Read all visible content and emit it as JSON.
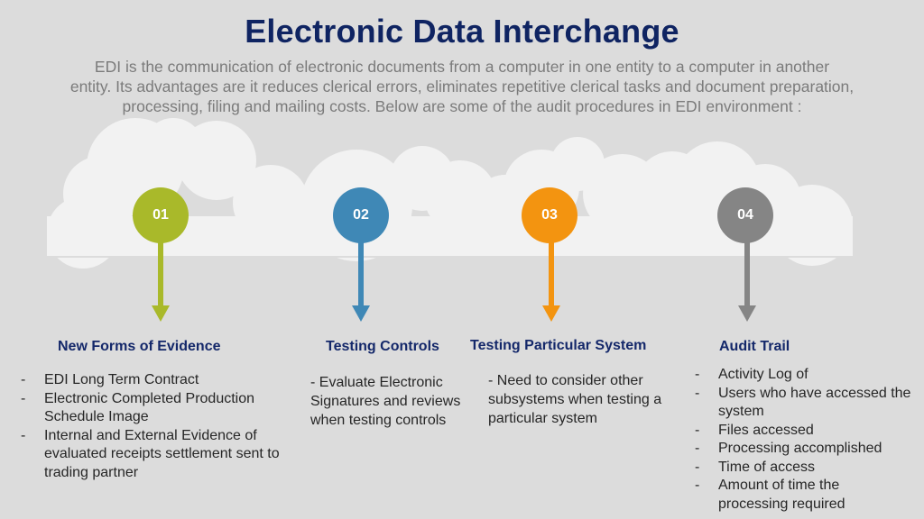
{
  "header": {
    "title": "Electronic Data Interchange",
    "subtitle_lines": [
      "EDI is the communication of electronic documents from a computer in one entity to a computer in another",
      "entity. Its advantages are it reduces clerical errors, eliminates repetitive clerical tasks and document preparation,",
      "processing, filing and mailing costs. Below are some of the audit procedures in EDI environment :"
    ]
  },
  "colors": {
    "background": "#dcdcdc",
    "cloud": "#f2f2f2",
    "title": "#0f2462",
    "subtitle": "#7b7b7b",
    "heading": "#14286a",
    "body_text": "#262626"
  },
  "steps": [
    {
      "number": "01",
      "color": "#a9b92a",
      "heading": "New Forms of Evidence",
      "items": [
        "EDI Long Term Contract",
        "Electronic Completed Production Schedule Image",
        "Internal and External Evidence of evaluated receipts settlement sent to trading partner"
      ]
    },
    {
      "number": "02",
      "color": "#3f88b6",
      "heading": "Testing Controls",
      "text": "- Evaluate Electronic Signatures and reviews when testing controls"
    },
    {
      "number": "03",
      "color": "#f39410",
      "heading": "Testing Particular System",
      "text": "- Need to consider other subsystems when testing a particular system"
    },
    {
      "number": "04",
      "color": "#858585",
      "heading": "Audit Trail",
      "items": [
        "Activity Log of",
        "Users who have accessed the system",
        "Files accessed",
        "Processing accomplished",
        "Time of access",
        "Amount of time the processing required"
      ]
    }
  ],
  "bullet_glyph": "-"
}
